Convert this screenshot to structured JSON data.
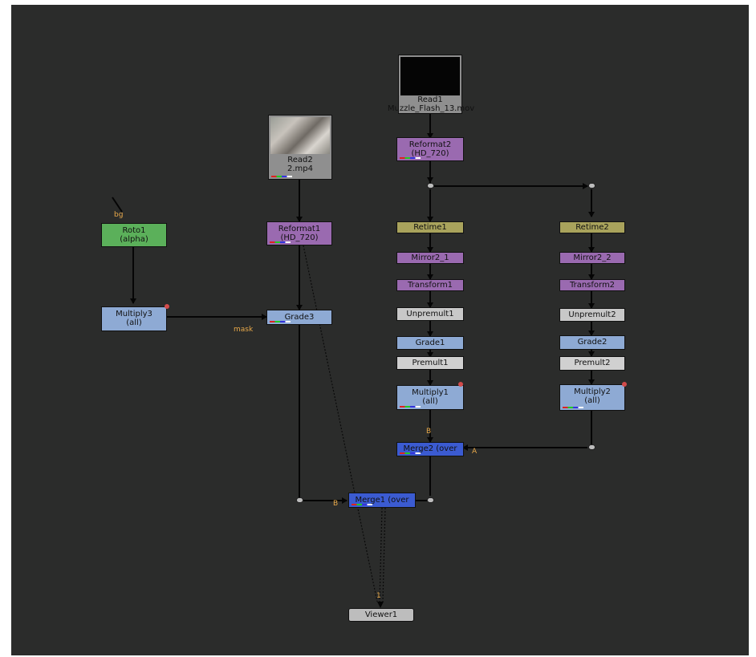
{
  "colors": {
    "background": "#2b2c2b",
    "read": "#8f8f8f",
    "reformat": "#9a6ab0",
    "retime": "#a9a35c",
    "transform": "#9a6ab0",
    "unpremult": "#c8c8c8",
    "grade": "#8eaad4",
    "merge": "#3b5bd1",
    "roto": "#5bb05a",
    "viewer": "#bdbdbd"
  },
  "nodes": {
    "read1": {
      "label": "Read1",
      "sub": "Muzzle_Flash_13.mov"
    },
    "reformat2": {
      "label": "Reformat2",
      "sub": "(HD_720)"
    },
    "retime1": {
      "label": "Retime1"
    },
    "mirror2_1": {
      "label": "Mirror2_1"
    },
    "transform1": {
      "label": "Transform1"
    },
    "unpremult1": {
      "label": "Unpremult1"
    },
    "grade1": {
      "label": "Grade1"
    },
    "premult1": {
      "label": "Premult1"
    },
    "multiply1": {
      "label": "Multiply1",
      "sub": "(all)"
    },
    "retime2": {
      "label": "Retime2"
    },
    "mirror2_2": {
      "label": "Mirror2_2"
    },
    "transform2": {
      "label": "Transform2"
    },
    "unpremult2": {
      "label": "Unpremult2"
    },
    "grade2": {
      "label": "Grade2"
    },
    "premult2": {
      "label": "Premult2"
    },
    "multiply2": {
      "label": "Multiply2",
      "sub": "(all)"
    },
    "merge2": {
      "label": "Merge2 (over"
    },
    "read2": {
      "label": "Read2",
      "sub": "2.mp4"
    },
    "reformat1": {
      "label": "Reformat1",
      "sub": "(HD_720)"
    },
    "grade3": {
      "label": "Grade3"
    },
    "roto1": {
      "label": "Roto1",
      "sub": "(alpha)"
    },
    "multiply3": {
      "label": "Multiply3",
      "sub": "(all)"
    },
    "merge1": {
      "label": "Merge1 (over"
    },
    "viewer1": {
      "label": "Viewer1"
    }
  },
  "tags": {
    "bg": "bg",
    "mask": "mask",
    "b1": "B",
    "a1": "A",
    "b2": "B",
    "viewer_input": "1"
  }
}
